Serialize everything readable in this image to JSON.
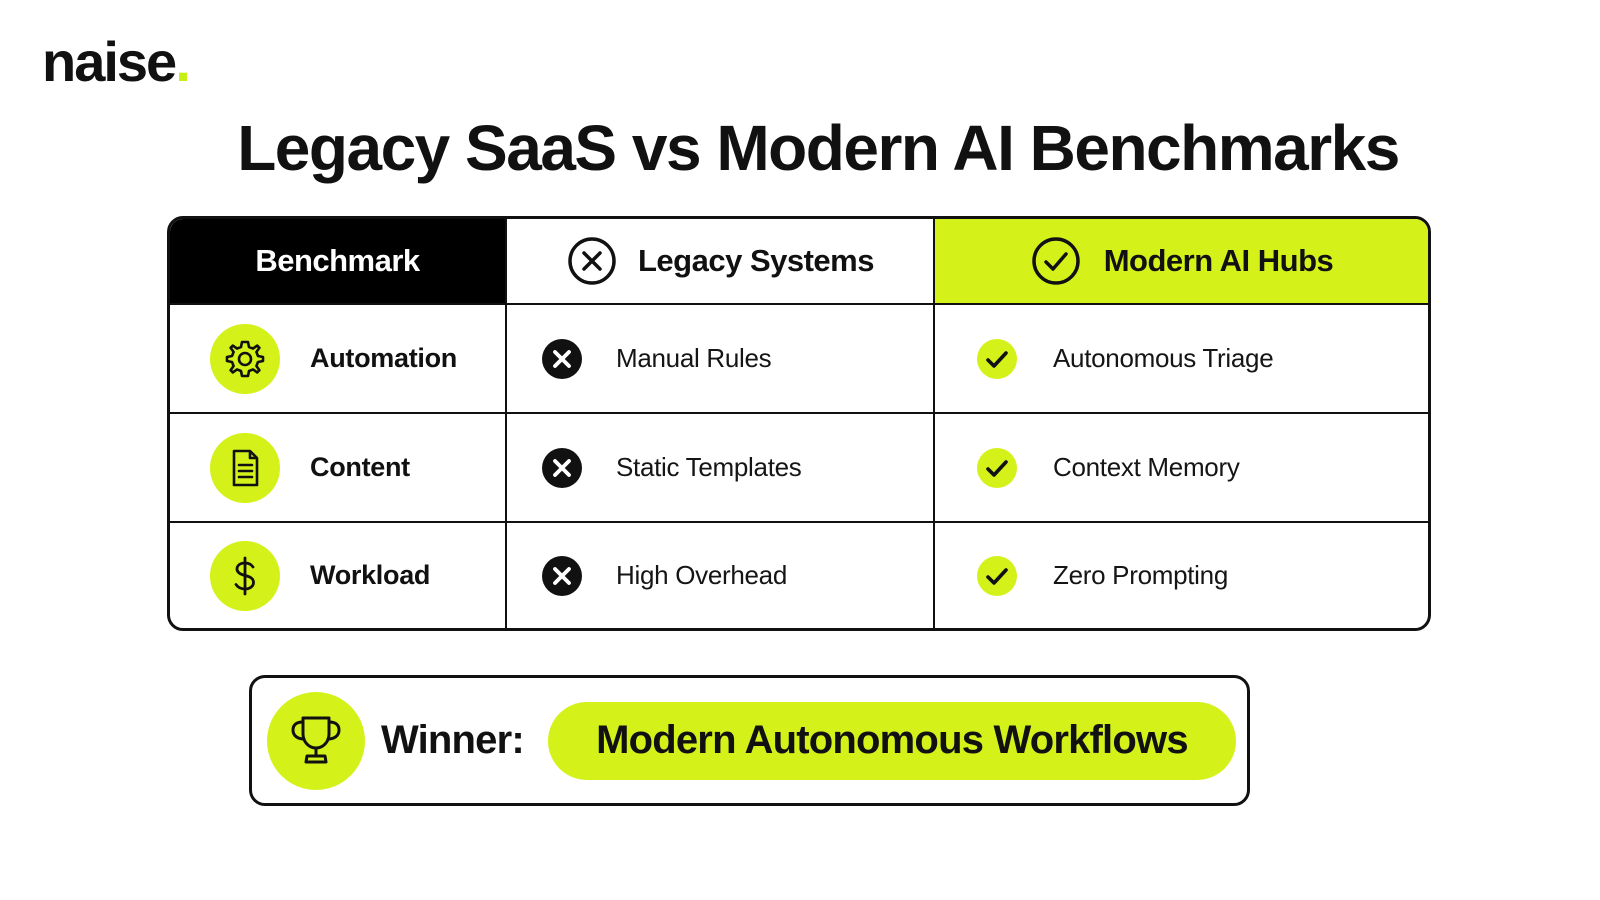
{
  "brand": {
    "name": "naise",
    "dot": "."
  },
  "title": "Legacy SaaS vs Modern AI Benchmarks",
  "colors": {
    "accent": "#d4f21a",
    "header_dark": "#000000",
    "text": "#111111"
  },
  "table": {
    "headers": {
      "benchmark": "Benchmark",
      "legacy": "Legacy Systems",
      "legacy_icon": "x-circle-outline-icon",
      "modern": "Modern AI Hubs",
      "modern_icon": "check-circle-outline-icon"
    },
    "rows": [
      {
        "benchmark": "Automation",
        "icon": "gear-icon",
        "legacy": "Manual Rules",
        "modern": "Autonomous Triage"
      },
      {
        "benchmark": "Content",
        "icon": "document-icon",
        "legacy": "Static Templates",
        "modern": "Context Memory"
      },
      {
        "benchmark": "Workload",
        "icon": "dollar-icon",
        "legacy": "High Overhead",
        "modern": "Zero Prompting"
      }
    ]
  },
  "winner": {
    "label": "Winner:",
    "value": "Modern Autonomous Workflows",
    "icon": "trophy-icon"
  }
}
